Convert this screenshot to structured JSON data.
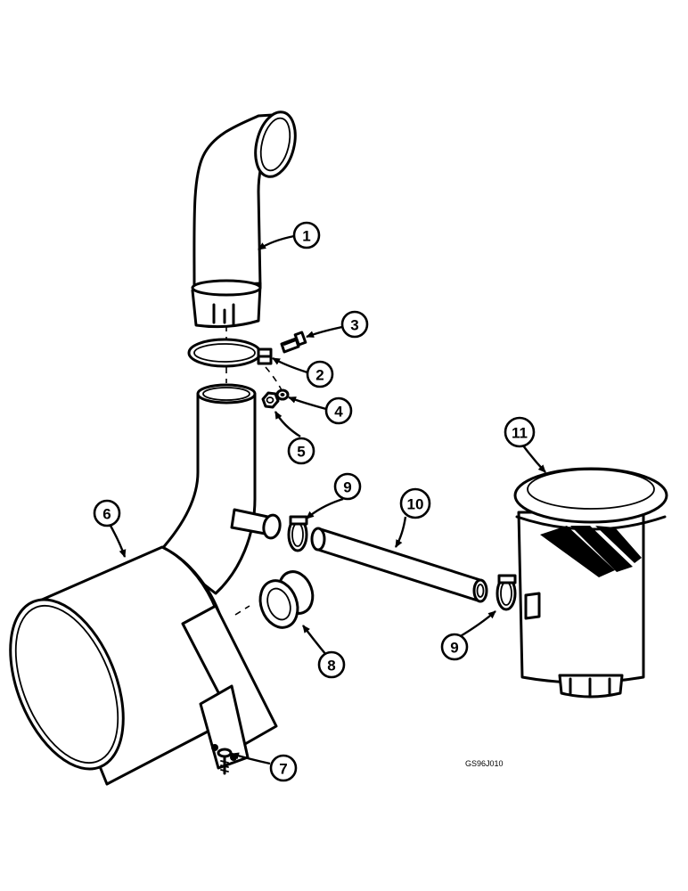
{
  "callouts": [
    {
      "id": "c1",
      "label": "1"
    },
    {
      "id": "c2",
      "label": "2"
    },
    {
      "id": "c3",
      "label": "3"
    },
    {
      "id": "c4",
      "label": "4"
    },
    {
      "id": "c5",
      "label": "5"
    },
    {
      "id": "c6",
      "label": "6"
    },
    {
      "id": "c7",
      "label": "7"
    },
    {
      "id": "c8",
      "label": "8"
    },
    {
      "id": "c9a",
      "label": "9"
    },
    {
      "id": "c9b",
      "label": "9"
    },
    {
      "id": "c10",
      "label": "10"
    },
    {
      "id": "c11",
      "label": "11"
    }
  ],
  "reference_code": "GS96J010"
}
